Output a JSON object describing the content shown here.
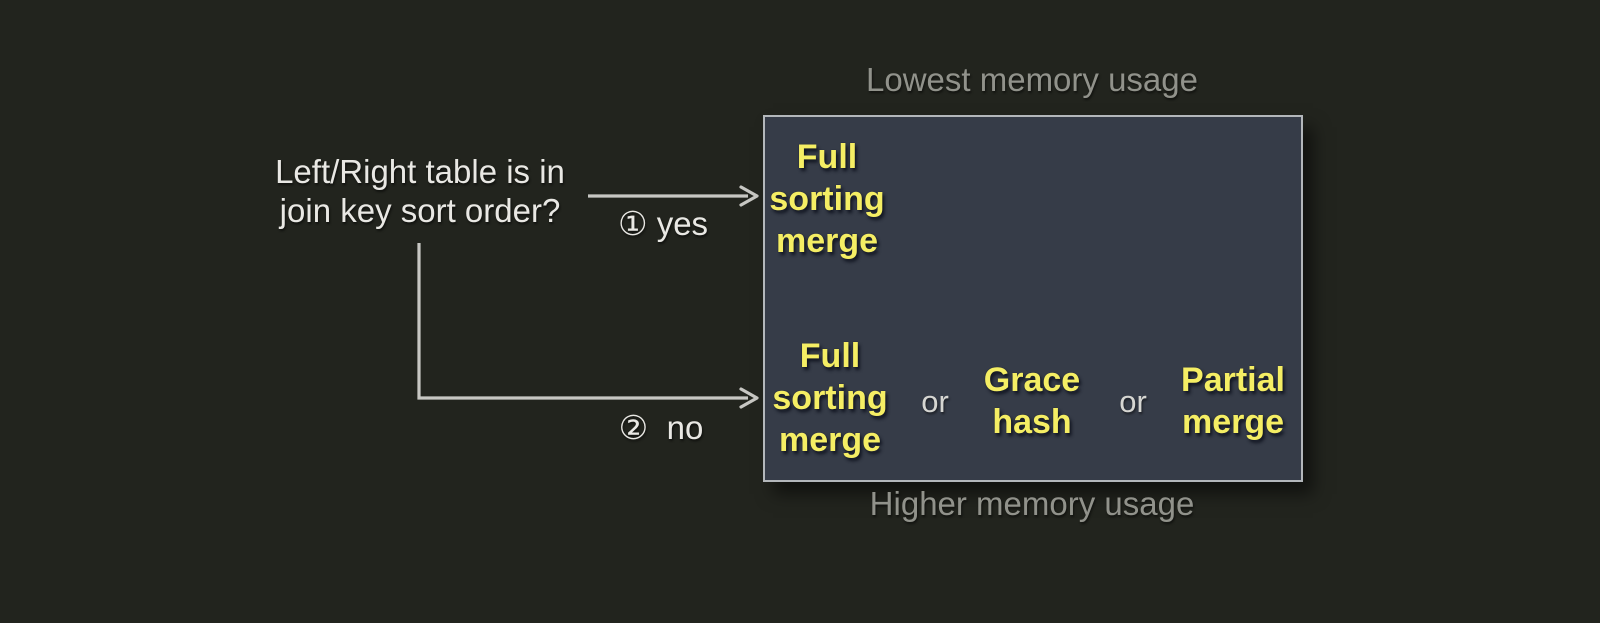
{
  "colors": {
    "background": "#22241e",
    "box_fill": "#363c48",
    "box_border": "#b3b7bb",
    "algorithm_text": "#f5ee64",
    "primary_text": "#e9e8e4",
    "caption_text": "#91928b",
    "connector": "#c7c7c3"
  },
  "question": "Left/Right table is in\njoin key sort order?",
  "branches": {
    "yes": "① yes",
    "no": "②  no"
  },
  "memory_scale": {
    "lowest": "Lowest memory usage",
    "highest": "Higher memory usage"
  },
  "sorted_branch": {
    "algorithms": [
      "Full\nsorting\nmerge"
    ]
  },
  "unsorted_branch": {
    "algorithms": [
      "Full\nsorting\nmerge",
      "Grace\nhash",
      "Partial\nmerge"
    ],
    "separator": "or"
  }
}
